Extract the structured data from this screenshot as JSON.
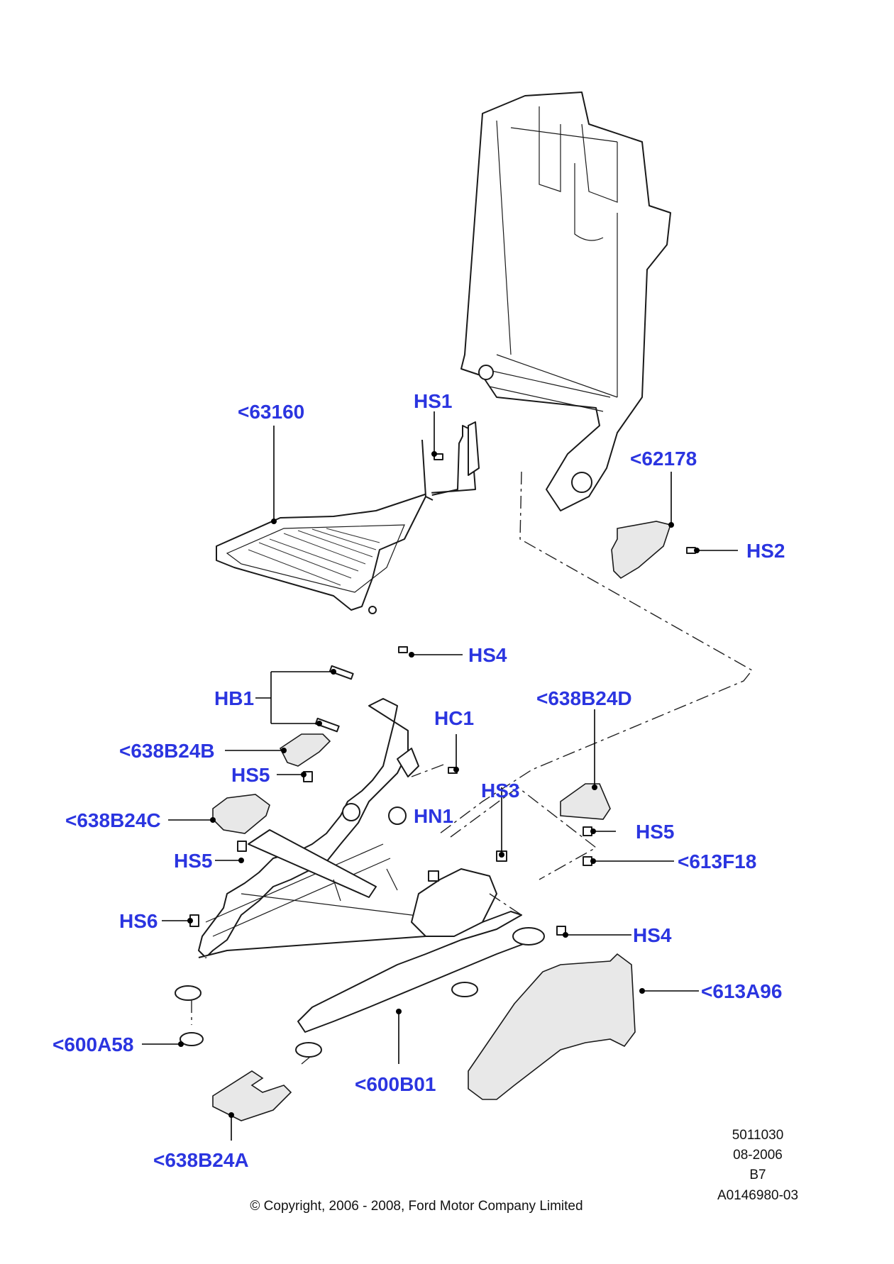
{
  "labels": {
    "l63160": "<63160",
    "hs1": "HS1",
    "l62178": "<62178",
    "hs2": "HS2",
    "hs4_top": "HS4",
    "hb1": "HB1",
    "l638b24d": "<638B24D",
    "hc1": "HC1",
    "l638b24b": "<638B24B",
    "hs5_a": "HS5",
    "hs3": "HS3",
    "l638b24c": "<638B24C",
    "hn1": "HN1",
    "hs5_b": "HS5",
    "hs5_c": "HS5",
    "l613f18": "<613F18",
    "hs6": "HS6",
    "hs4_bottom": "HS4",
    "l613a96": "<613A96",
    "l600a58": "<600A58",
    "l600b01": "<600B01",
    "l638b24a": "<638B24A"
  },
  "meta": {
    "line1": "5011030",
    "line2": "08-2006",
    "line3": "B7",
    "line4": "A0146980-03"
  },
  "copyright": "© Copyright, 2006 - 2008, Ford Motor Company Limited",
  "colors": {
    "callout": "#2b35e0",
    "line": "#000000"
  }
}
